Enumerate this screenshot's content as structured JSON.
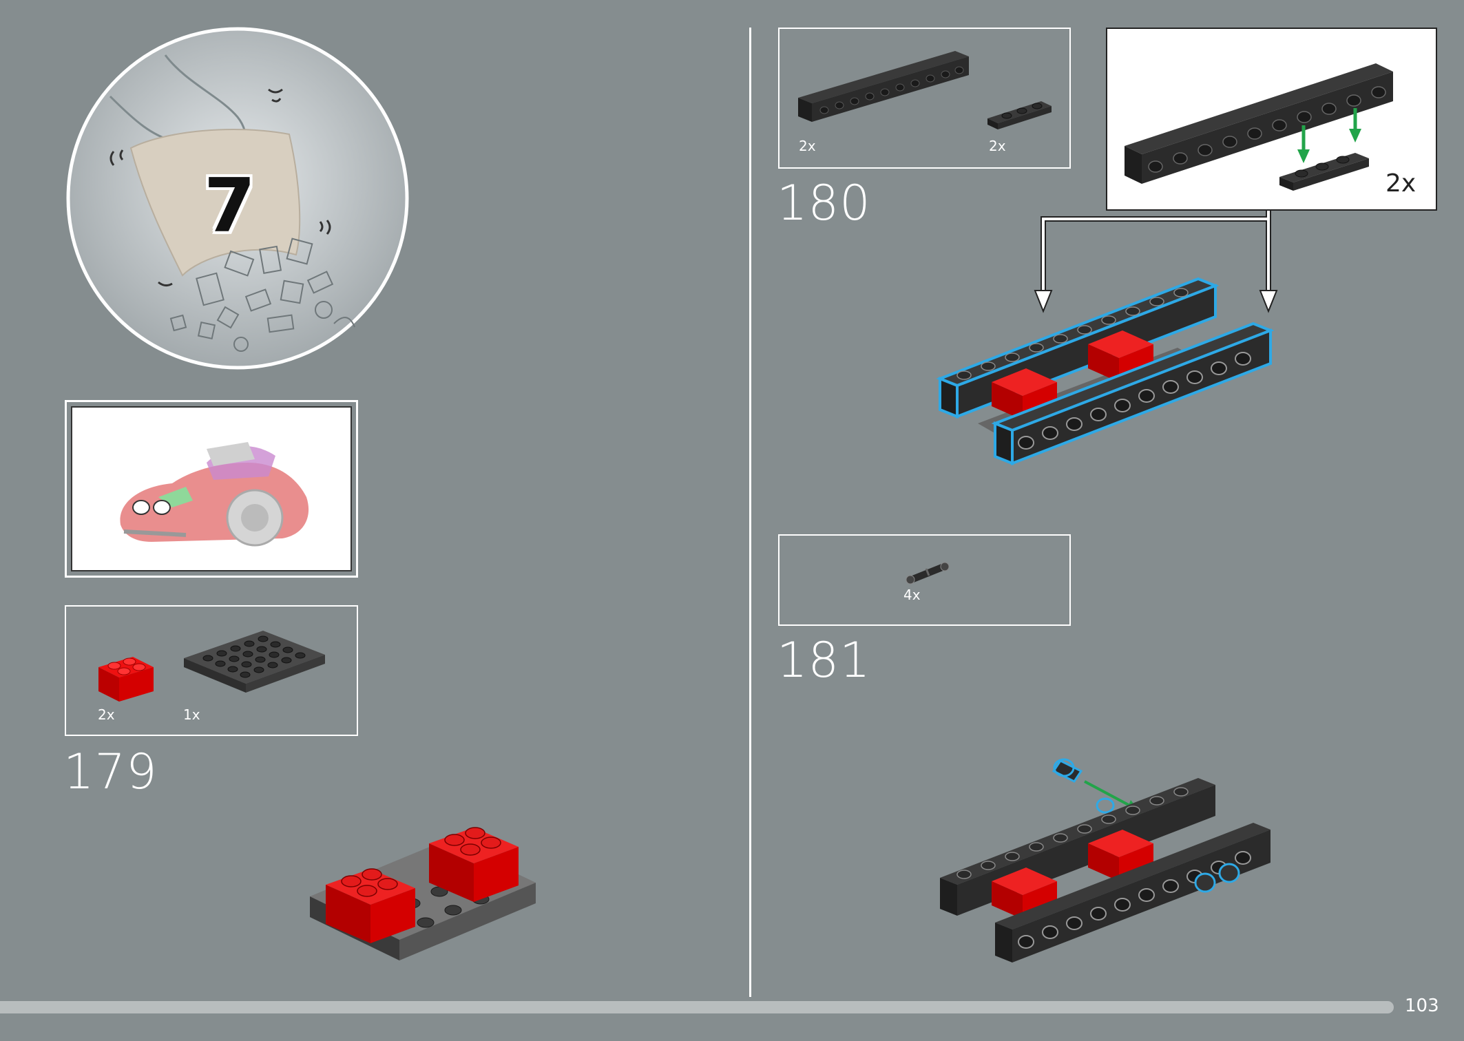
{
  "bag": {
    "number": "7"
  },
  "steps": [
    {
      "number": "179",
      "parts": [
        {
          "qty": "2x",
          "name": "red 2x2 brick"
        },
        {
          "qty": "1x",
          "name": "dark grey 4x6 plate"
        }
      ]
    },
    {
      "number": "180",
      "parts": [
        {
          "qty": "2x",
          "name": "black technic beam 1x10"
        },
        {
          "qty": "2x",
          "name": "black plate 1x3"
        }
      ],
      "callout_qty": "2x"
    },
    {
      "number": "181",
      "parts": [
        {
          "qty": "4x",
          "name": "black friction pin"
        }
      ]
    }
  ],
  "footer": {
    "page_number": "103"
  },
  "colors": {
    "background": "#858d8f",
    "red": "#d40000",
    "black": "#2b2b2b",
    "highlight": "#2ea9e6",
    "green_arrow": "#22a44a"
  }
}
